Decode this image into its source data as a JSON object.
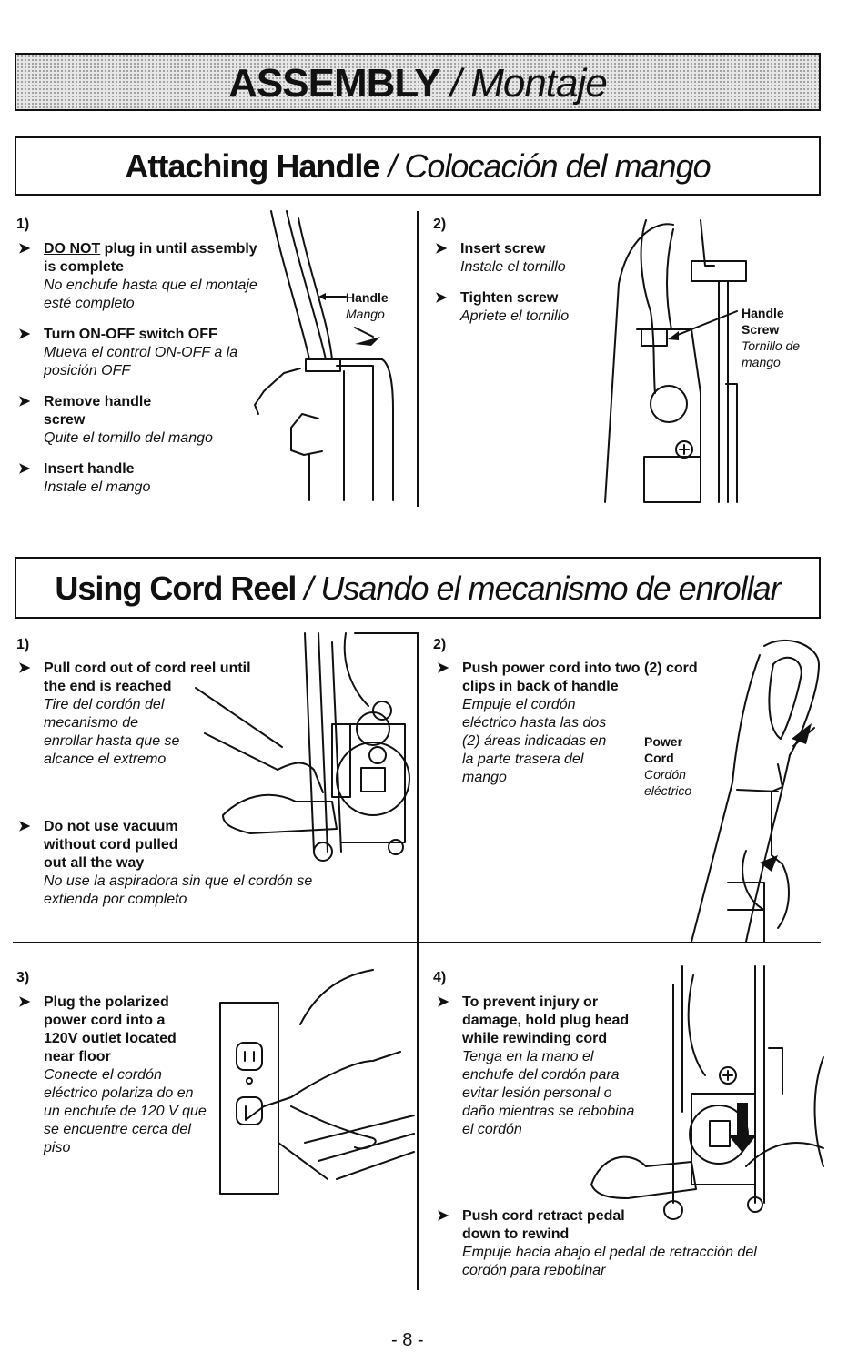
{
  "header": {
    "title_en": "ASSEMBLY",
    "sep": " / ",
    "title_es": "Montaje"
  },
  "sections": {
    "handle": {
      "title_en": "Attaching Handle",
      "sep": " / ",
      "title_es": "Colocación del mango",
      "step1": {
        "num": "1)",
        "i1_en_u": "DO NOT",
        "i1_en": " plug in until assembly is complete",
        "i1_es": "No enchufe hasta que el montaje esté completo",
        "i2_en": "Turn ON-OFF switch OFF",
        "i2_es": "Mueva el control ON-OFF a la posición OFF",
        "i3_en": "Remove handle screw",
        "i3_es": "Quite el tornillo del mango",
        "i4_en": "Insert handle",
        "i4_es": "Instale el mango",
        "label_en": "Handle",
        "label_es": "Mango"
      },
      "step2": {
        "num": "2)",
        "i1_en": "Insert screw",
        "i1_es": "Instale el tornillo",
        "i2_en": "Tighten screw",
        "i2_es": "Apriete el tornillo",
        "label_en1": "Handle",
        "label_en2": "Screw",
        "label_es1": "Tornillo de",
        "label_es2": "mango"
      }
    },
    "cord": {
      "title_en": "Using Cord Reel",
      "sep": " / ",
      "title_es": "Usando el mecanismo de enrollar",
      "step1": {
        "num": "1)",
        "i1_en": "Pull cord out of cord reel until the end is reached",
        "i1_es": "Tire del cordón del mecanismo de enrollar hasta que se alcance el extremo",
        "i2_en": "Do not use vacuum without cord pulled out all the way",
        "i2_es": "No use la aspiradora sin que el cordón se extienda por completo"
      },
      "step2": {
        "num": "2)",
        "i1_en": "Push power cord into two (2) cord clips in back of handle",
        "i1_es": "Empuje el cordón eléctrico hasta las dos (2) áreas indicadas en la parte trasera del mango",
        "label_en1": "Power",
        "label_en2": "Cord",
        "label_es1": "Cordón",
        "label_es2": "eléctrico"
      },
      "step3": {
        "num": "3)",
        "i1_en": "Plug the polarized power cord into a 120V outlet located near floor",
        "i1_es": "Conecte el cordón eléctrico polariza do en un enchufe de 120 V que se encuentre cerca del piso"
      },
      "step4": {
        "num": "4)",
        "i1_en": "To prevent injury or damage, hold plug head while rewinding cord",
        "i1_es": "Tenga en la mano el enchufe del cordón para evitar lesión personal o daño mientras se rebobina el cordón",
        "i2_en": "Push cord retract pedal down to rewind",
        "i2_es": "Empuje hacia abajo el pedal de retracción del cordón para rebobinar"
      }
    }
  },
  "arrow_glyph": "➤",
  "page_number": "- 8 -"
}
